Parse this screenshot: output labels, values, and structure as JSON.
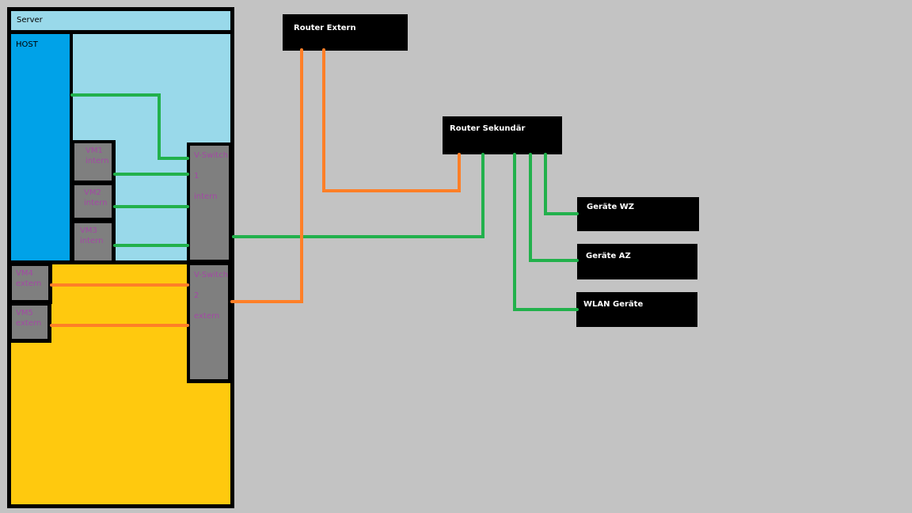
{
  "server": {
    "title": "Server",
    "host_label": "HOST"
  },
  "vms": [
    {
      "name": "VM1",
      "type": "intern"
    },
    {
      "name": "VM2",
      "type": "intern"
    },
    {
      "name": "VM3",
      "type": "intern"
    },
    {
      "name": "VM4",
      "type": "extern"
    },
    {
      "name": "VM5",
      "type": "extern"
    }
  ],
  "switches": [
    {
      "name": "V-Switch",
      "number": "1",
      "type": "intern"
    },
    {
      "name": "V-Switch",
      "number": "2",
      "type": "extern"
    }
  ],
  "devices": {
    "router_extern": "Router Extern",
    "router_sekundaer": "Router Sekundär",
    "geraete_wz": "Geräte WZ",
    "geraete_az": "Geräte AZ",
    "wlan_geraete": "WLAN Geräte"
  },
  "colors": {
    "internal_link": "#22b14c",
    "external_link": "#ff7f27",
    "host": "#00a2e8",
    "internal_zone": "#99d9ea",
    "external_zone": "#ffc90e",
    "vm": "#7f7f7f",
    "vm_text": "#a349a4"
  }
}
